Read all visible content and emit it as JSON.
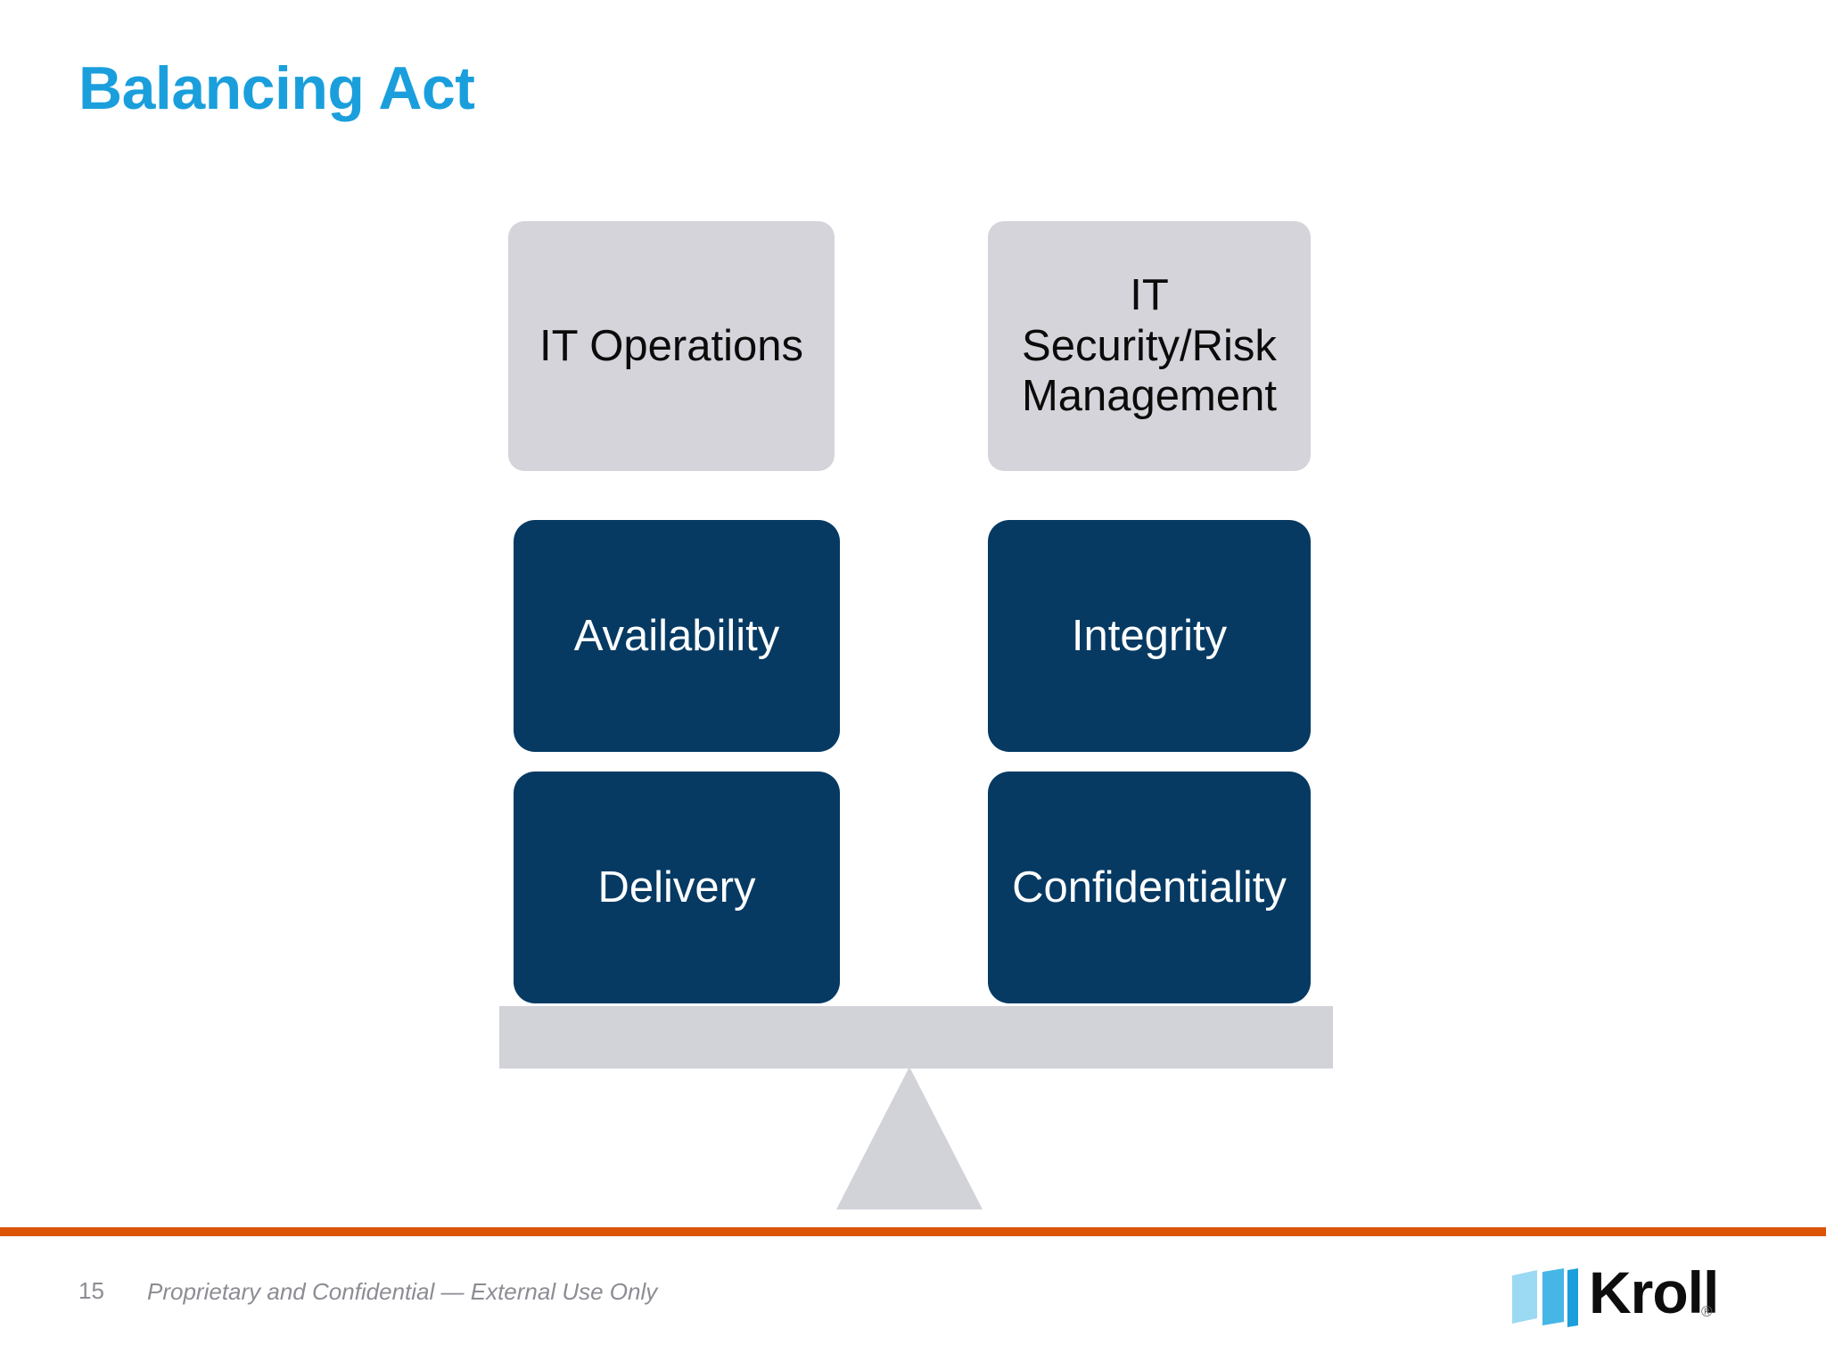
{
  "slide": {
    "title": "Balancing Act",
    "title_color": "#1A9FDC",
    "background_color": "#FFFFFF"
  },
  "diagram": {
    "type": "balance-scale",
    "accent_colors": {
      "gray_box": "#D4D4DA",
      "blue_box": "#063A63",
      "beam": "#D2D3D9",
      "fulcrum": "#D2D3D9"
    },
    "left_pan": {
      "heading": "IT Operations",
      "items": [
        "Availability",
        "Delivery"
      ]
    },
    "right_pan": {
      "heading": "IT Security/Risk Management",
      "heading_lines": [
        "IT",
        "Security/Risk",
        "Management"
      ],
      "items": [
        "Integrity",
        "Confidentiality"
      ]
    }
  },
  "footer": {
    "rule_color": "#DC5406",
    "page_number": "15",
    "note": "Proprietary and Confidential — External Use Only",
    "logo": {
      "wordmark": "Kroll",
      "registered_mark": "®",
      "mark_colors": [
        "#9CD9F3",
        "#46B6E6",
        "#1B9FDC"
      ]
    }
  }
}
